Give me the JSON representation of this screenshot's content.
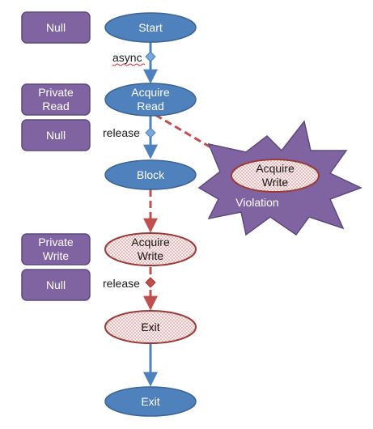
{
  "state_tags": {
    "null_top": "Null",
    "private_read_line1": "Private",
    "private_read_line2": "Read",
    "null_mid": "Null",
    "private_write_line1": "Private",
    "private_write_line2": "Write",
    "null_bottom": "Null"
  },
  "nodes": {
    "start": "Start",
    "acquire_read_line1": "Acquire",
    "acquire_read_line2": "Read",
    "block": "Block",
    "acquire_write_line1": "Acquire",
    "acquire_write_line2": "Write",
    "exit_hatched": "Exit",
    "exit_final": "Exit",
    "violation_acquire_line1": "Acquire",
    "violation_acquire_line2": "Write",
    "violation_label": "Violation"
  },
  "edge_labels": {
    "async": "async",
    "release_read": "release",
    "release_write": "release"
  },
  "colors": {
    "tag_fill": "#8064a2",
    "tag_stroke": "#5c4a7d",
    "node_fill": "#4f81bd",
    "node_stroke": "#3a6594",
    "edge_blue": "#4f81bd",
    "edge_red": "#c0504d",
    "burst_fill": "#8064a2",
    "hatched_fill": "#f4e1e1"
  }
}
